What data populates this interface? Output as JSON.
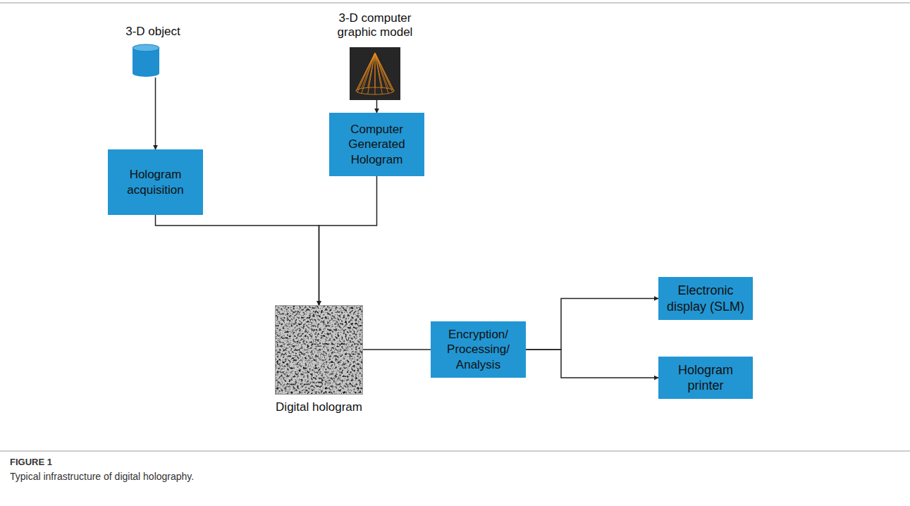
{
  "diagram": {
    "caption": "Typical infrastructure of digital holography.",
    "nodes": [
      {
        "text": [
          "3-D object"
        ]
      },
      {
        "text": [
          "3-D computer graphic model"
        ]
      },
      {
        "text": [
          "Hologram acquisition"
        ]
      },
      {
        "text": [
          "Computer Generated Hologram"
        ]
      },
      {
        "text": [
          "Digital hologram"
        ]
      },
      {
        "text": [
          "Encryption/ Processing/ Analysis"
        ]
      },
      {
        "text": [
          "Electronic display (SLM)"
        ]
      },
      {
        "text": [
          "Hologram printer"
        ]
      }
    ],
    "edges": [
      {
        "from": 0,
        "to": 2,
        "arrow": "to"
      },
      {
        "from": 1,
        "to": 3,
        "arrow": "to"
      },
      {
        "from": 2,
        "to": 4,
        "arrow": "to"
      },
      {
        "from": 3,
        "to": 4,
        "arrow": "to"
      },
      {
        "from": 4,
        "to": 5,
        "arrow": "none"
      },
      {
        "from": 5,
        "to": 6,
        "arrow": "to"
      },
      {
        "from": 5,
        "to": 7,
        "arrow": "to"
      }
    ],
    "labels": [
      "FIGURE 1"
    ]
  }
}
